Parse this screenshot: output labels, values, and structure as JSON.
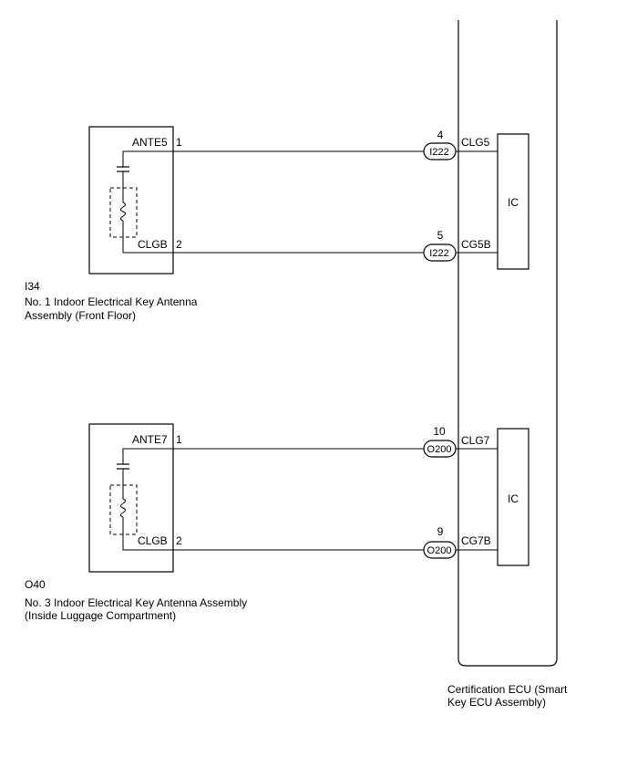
{
  "ecu": {
    "caption_line1": "Certification ECU (Smart",
    "caption_line2": "Key ECU Assembly)",
    "ic_top_label": "IC",
    "ic_bottom_label": "IC"
  },
  "antenna_front": {
    "code": "I34",
    "name_line1": "No. 1 Indoor Electrical Key Antenna",
    "name_line2": "Assembly (Front Floor)",
    "pin_top_name": "ANTE5",
    "pin_top_num": "1",
    "pin_bottom_name": "CLGB",
    "pin_bottom_num": "2"
  },
  "antenna_luggage": {
    "code": "O40",
    "name_line1": "No. 3 Indoor Electrical Key Antenna Assembly",
    "name_line2": "(Inside Luggage Compartment)",
    "pin_top_name": "ANTE7",
    "pin_top_num": "1",
    "pin_bottom_name": "CLGB",
    "pin_bottom_num": "2"
  },
  "wires": [
    {
      "connector": "I222",
      "pin": "4",
      "ecu_terminal": "CLG5"
    },
    {
      "connector": "I222",
      "pin": "5",
      "ecu_terminal": "CG5B"
    },
    {
      "connector": "O200",
      "pin": "10",
      "ecu_terminal": "CLG7"
    },
    {
      "connector": "O200",
      "pin": "9",
      "ecu_terminal": "CG7B"
    }
  ]
}
